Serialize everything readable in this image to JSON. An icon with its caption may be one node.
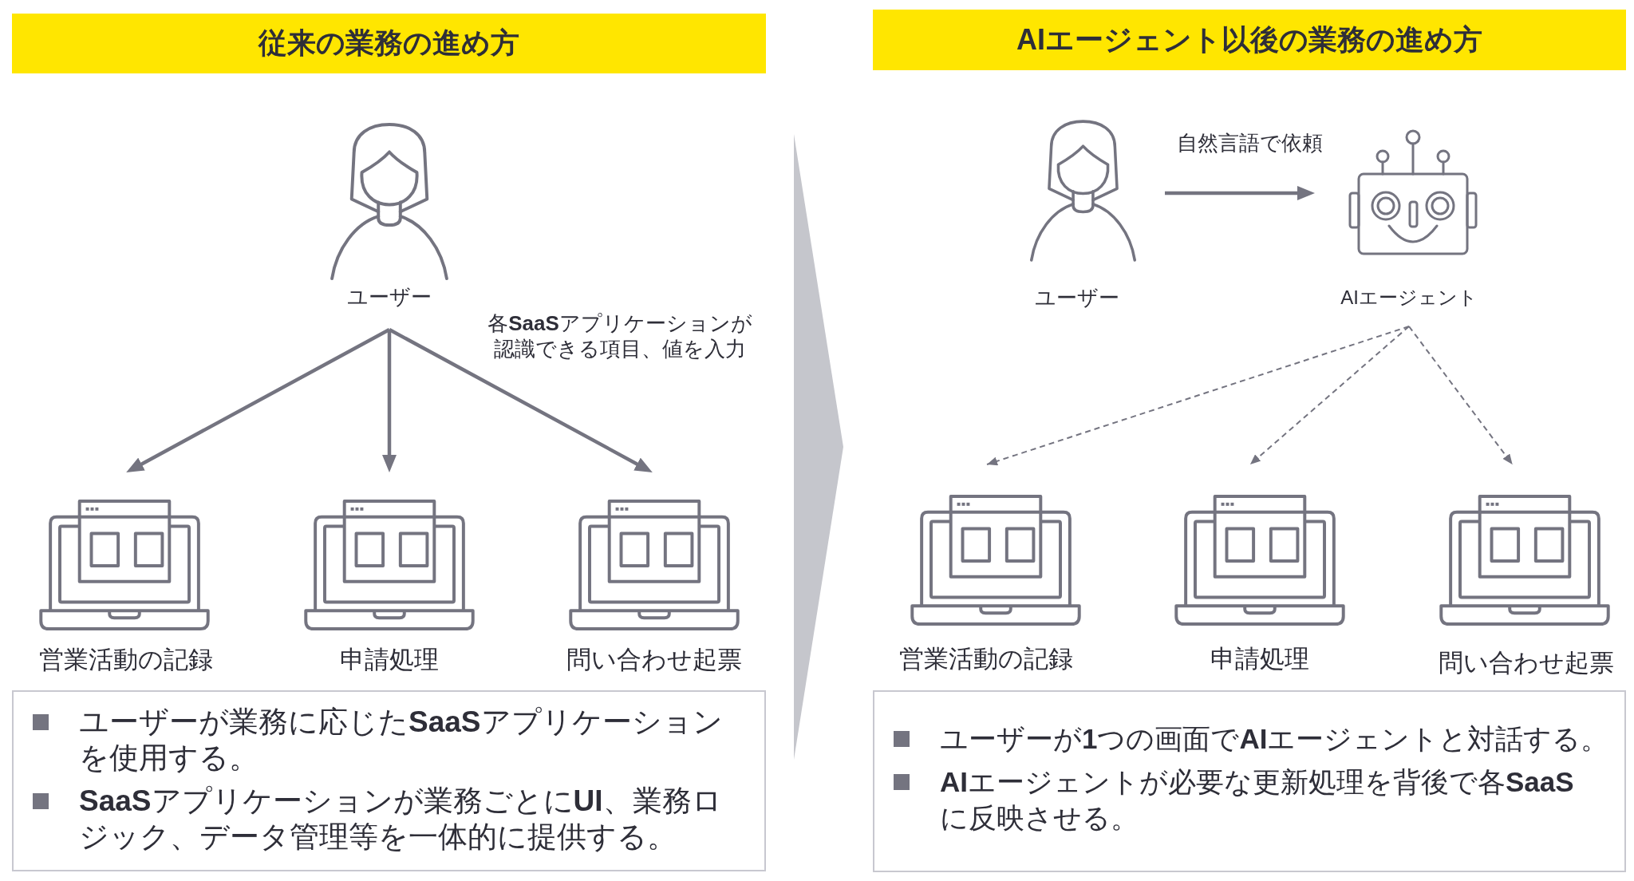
{
  "diagram": {
    "nodes": [
      {
        "text": [
          "従来の業務の進め方"
        ]
      },
      {
        "text": [
          "ユーザー"
        ]
      },
      {
        "text": [
          "営業活動の記録"
        ]
      },
      {
        "text": [
          "申請処理"
        ]
      },
      {
        "text": [
          "問い合わせ起票"
        ]
      },
      {
        "text": [
          "ユーザーが業務に応じた**SaaS**アプリケーションを使用する。",
          "**SaaS**アプリケーションが業務ごとに**UI**、業務ロジック、データ管理等を一体的に提供する。"
        ]
      },
      {
        "text": [],
        "shape": "triangle"
      },
      {
        "text": [
          "AIエージェント以後の業務の進め方"
        ]
      },
      {
        "text": [
          "ユーザー"
        ]
      },
      {
        "text": [
          "AIエージェント"
        ]
      },
      {
        "text": [
          "営業活動の記録"
        ]
      },
      {
        "text": [
          "申請処理"
        ]
      },
      {
        "text": [
          "問い合わせ起票"
        ]
      },
      {
        "text": [
          "ユーザーが**1**つの画面で**AI**エージェントと対話する。",
          "**AI**エージェントが必要な更新処理を背後で各**SaaS**に反映させる。"
        ]
      }
    ],
    "edges": [
      {
        "from": 1,
        "to": 2,
        "arrow": "to"
      },
      {
        "from": 1,
        "to": 3,
        "arrow": "to"
      },
      {
        "from": 1,
        "to": 4,
        "arrow": "to"
      },
      {
        "from": 8,
        "to": 9,
        "arrow": "to",
        "label": "自然言語で依頼"
      },
      {
        "from": 9,
        "to": 10,
        "arrow": "to",
        "style": "dashed"
      },
      {
        "from": 9,
        "to": 11,
        "arrow": "to",
        "style": "dashed"
      },
      {
        "from": 9,
        "to": 12,
        "arrow": "to",
        "style": "dashed"
      }
    ],
    "labels": [
      "各**SaaS**アプリケーションが認識できる項目、値を入力"
    ]
  }
}
